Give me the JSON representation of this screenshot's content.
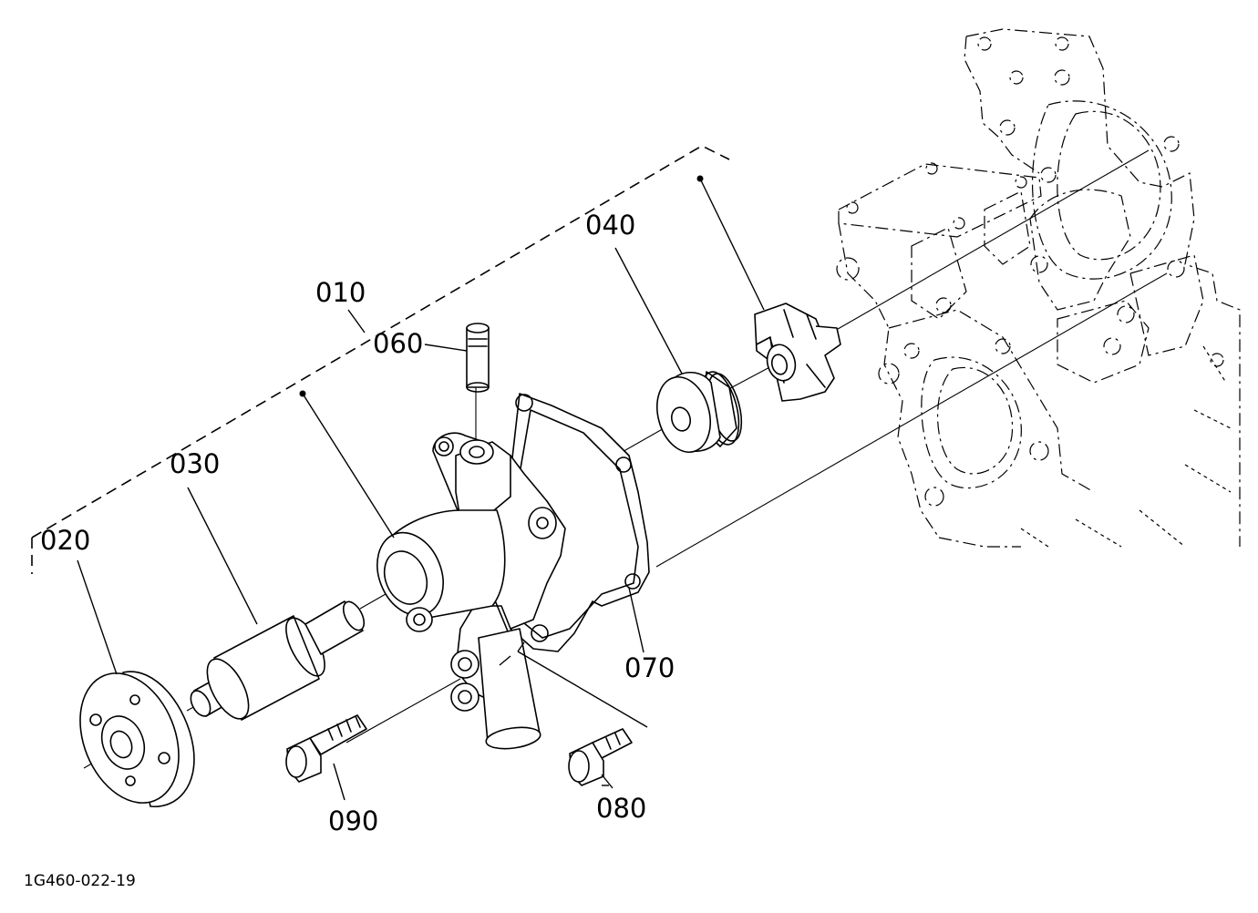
{
  "diagram": {
    "figure_code": "1G460-022-19",
    "parts": [
      {
        "id": "p010",
        "label": "010"
      },
      {
        "id": "p020",
        "label": "020"
      },
      {
        "id": "p030",
        "label": "030"
      },
      {
        "id": "p040",
        "label": "040"
      },
      {
        "id": "p060",
        "label": "060"
      },
      {
        "id": "p070",
        "label": "070"
      },
      {
        "id": "p080",
        "label": "080"
      },
      {
        "id": "p090",
        "label": "090"
      }
    ]
  }
}
